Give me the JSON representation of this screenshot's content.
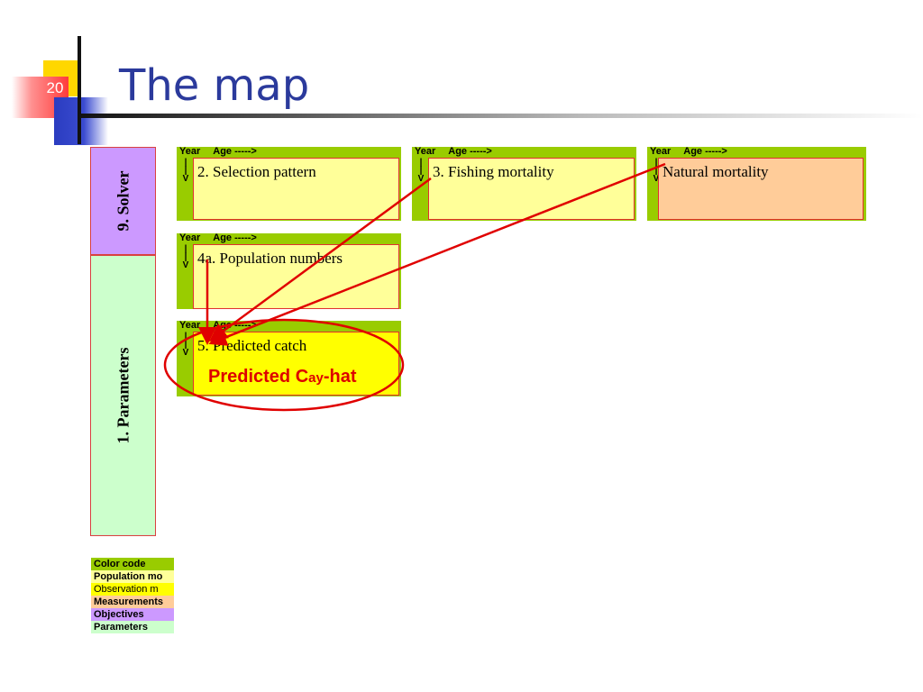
{
  "slide": {
    "number": "20",
    "title": "The map"
  },
  "side_bars": {
    "solver": "9. Solver",
    "parameters": "1. Parameters"
  },
  "panel_header": {
    "year": "Year",
    "age": "Age ----->"
  },
  "row_arrow": [
    "|",
    "|",
    "V"
  ],
  "panels": {
    "selection": "2. Selection pattern",
    "fishing": "3. Fishing mortality",
    "natural": "Natural mortality",
    "population": "4a. Population numbers",
    "catch": "5. Predicted catch"
  },
  "predicted_label": {
    "prefix": "Predicted C",
    "subscript": "ay",
    "suffix": "-hat"
  },
  "legend": {
    "items": [
      {
        "label": "Color code",
        "color": "#99cc00",
        "bold": true
      },
      {
        "label": "Population mo",
        "color": "#ffff99",
        "bold": true
      },
      {
        "label": "Observation m",
        "color": "#ffff00",
        "bold": false
      },
      {
        "label": "Measurements",
        "color": "#ffcc99",
        "bold": true
      },
      {
        "label": "Objectives",
        "color": "#cc99ff",
        "bold": true
      },
      {
        "label": "Parameters",
        "color": "#ccffcc",
        "bold": true
      }
    ]
  },
  "colors": {
    "title": "#2b3a9c",
    "panel_frame": "#99cc00",
    "model_box": "#ffff99",
    "catch_box": "#ffff00",
    "measurement_box": "#ffcc99",
    "objectives": "#cc99ff",
    "parameters": "#ccffcc",
    "connector": "#e00000"
  }
}
